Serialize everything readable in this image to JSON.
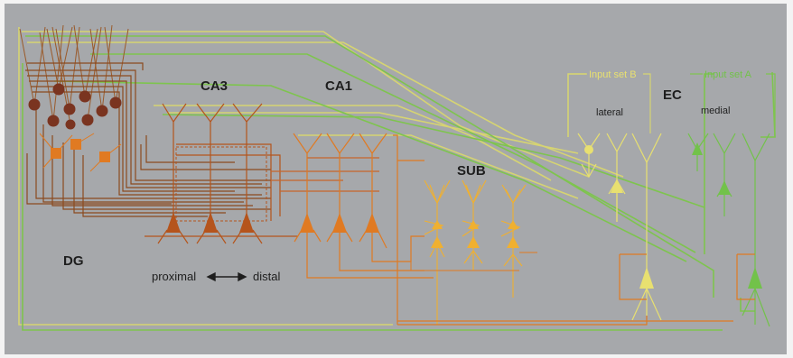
{
  "labels": {
    "ca3": "CA3",
    "ca1": "CA1",
    "sub": "SUB",
    "ec": "EC",
    "dg": "DG",
    "lateral": "lateral",
    "medial": "medial",
    "input_b": "Input set B",
    "input_a": "Input set A",
    "proximal": "proximal",
    "distal": "distal"
  },
  "colors": {
    "background": "#a6a8ab",
    "dg_cell": "#7a3420",
    "dg_axon": "#8b4a1f",
    "ca3": "#b5541c",
    "ca1": "#e07a22",
    "sub": "#f0b030",
    "ec_lateral": "#e8e070",
    "ec_medial": "#72c24a",
    "ec_deep": "#e0d650",
    "path_yellow": "#d6d472",
    "path_green": "#7ec44e"
  }
}
